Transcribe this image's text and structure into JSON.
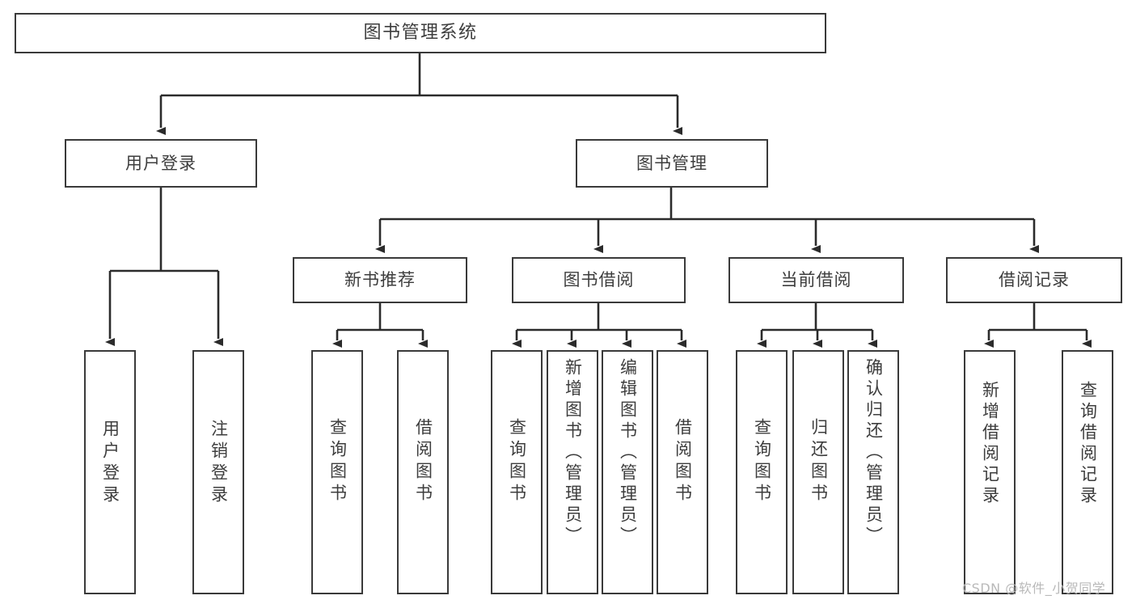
{
  "diagram": {
    "title": "图书管理系统",
    "type": "tree-structure-chart",
    "root": {
      "id": "root",
      "label": "图书管理系统"
    },
    "level1": [
      {
        "id": "user-login",
        "label": "用户登录"
      },
      {
        "id": "book-manage",
        "label": "图书管理"
      }
    ],
    "level2": [
      {
        "id": "new-book-recommend",
        "label": "新书推荐",
        "parent": "book-manage"
      },
      {
        "id": "book-borrow",
        "label": "图书借阅",
        "parent": "book-manage"
      },
      {
        "id": "current-borrow",
        "label": "当前借阅",
        "parent": "book-manage"
      },
      {
        "id": "borrow-record",
        "label": "借阅记录",
        "parent": "book-manage"
      }
    ],
    "leaves": [
      {
        "id": "leaf-user-login",
        "label": "用户登录",
        "parent": "user-login"
      },
      {
        "id": "leaf-user-logout",
        "label": "注销登录",
        "parent": "user-login"
      },
      {
        "id": "leaf-query-book-1",
        "label": "查询图书",
        "parent": "new-book-recommend"
      },
      {
        "id": "leaf-borrow-book-1",
        "label": "借阅图书",
        "parent": "new-book-recommend"
      },
      {
        "id": "leaf-query-book-2",
        "label": "查询图书",
        "parent": "book-borrow"
      },
      {
        "id": "leaf-add-book",
        "label": "新增图书（管理员）",
        "parent": "book-borrow"
      },
      {
        "id": "leaf-edit-book",
        "label": "编辑图书（管理员）",
        "parent": "book-borrow"
      },
      {
        "id": "leaf-borrow-book-2",
        "label": "借阅图书",
        "parent": "book-borrow"
      },
      {
        "id": "leaf-query-book-3",
        "label": "查询图书",
        "parent": "current-borrow"
      },
      {
        "id": "leaf-return-book",
        "label": "归还图书",
        "parent": "current-borrow"
      },
      {
        "id": "leaf-confirm-return",
        "label": "确认归还（管理员）",
        "parent": "current-borrow"
      },
      {
        "id": "leaf-add-record",
        "label": "新增借阅记录",
        "parent": "borrow-record"
      },
      {
        "id": "leaf-query-record",
        "label": "查询借阅记录",
        "parent": "borrow-record"
      }
    ],
    "colors": {
      "box_border": "#3a3a3a",
      "box_fill": "#ffffff",
      "connector": "#2b2b2b",
      "text": "#3d3d3d",
      "watermark": "#b9b9b9",
      "background": "#ffffff"
    }
  },
  "watermark": {
    "text": "CSDN @软件_小贺同学"
  }
}
